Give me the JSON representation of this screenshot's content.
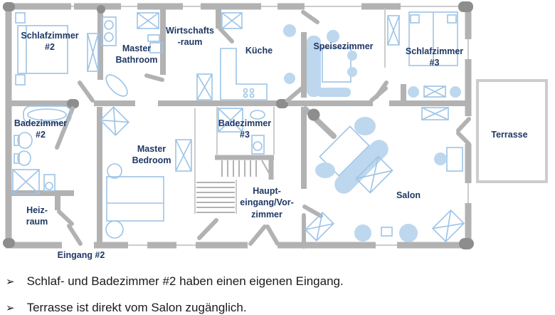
{
  "colors": {
    "background": "#ffffff",
    "wall": "#b3b2b2",
    "wall_dark": "#8e8d8d",
    "wall_light": "#cdcccc",
    "furniture_outline": "#9dc3e6",
    "furniture_fill": "#bdd7ee",
    "room_label": "#1f3864",
    "note_text": "#1a1a1a"
  },
  "floor_plan": {
    "rooms": {
      "schlafzimmer2": "Schlafzimmer\n#2",
      "master_bathroom": "Master\nBathroom",
      "wirtschaftsraum": "Wirtschafts\n-raum",
      "kueche": "Küche",
      "speisezimmer": "Speisezimmer",
      "schlafzimmer3": "Schlafzimmer\n#3",
      "badezimmer2": "Badezimmer\n#2",
      "badezimmer3": "Badezimmer\n#3",
      "master_bedroom": "Master\nBedroom",
      "heizraum": "Heiz-\nraum",
      "haupteingang": "Haupt-\neingang/Vor-\nzimmer",
      "salon": "Salon",
      "terrasse": "Terrasse",
      "eingang2": "Eingang #2"
    }
  },
  "notes": {
    "bullet_glyph": "➢",
    "items": [
      "Schlaf- und Badezimmer #2 haben einen eigenen Eingang.",
      "Terrasse ist direkt vom Salon zugänglich."
    ]
  }
}
